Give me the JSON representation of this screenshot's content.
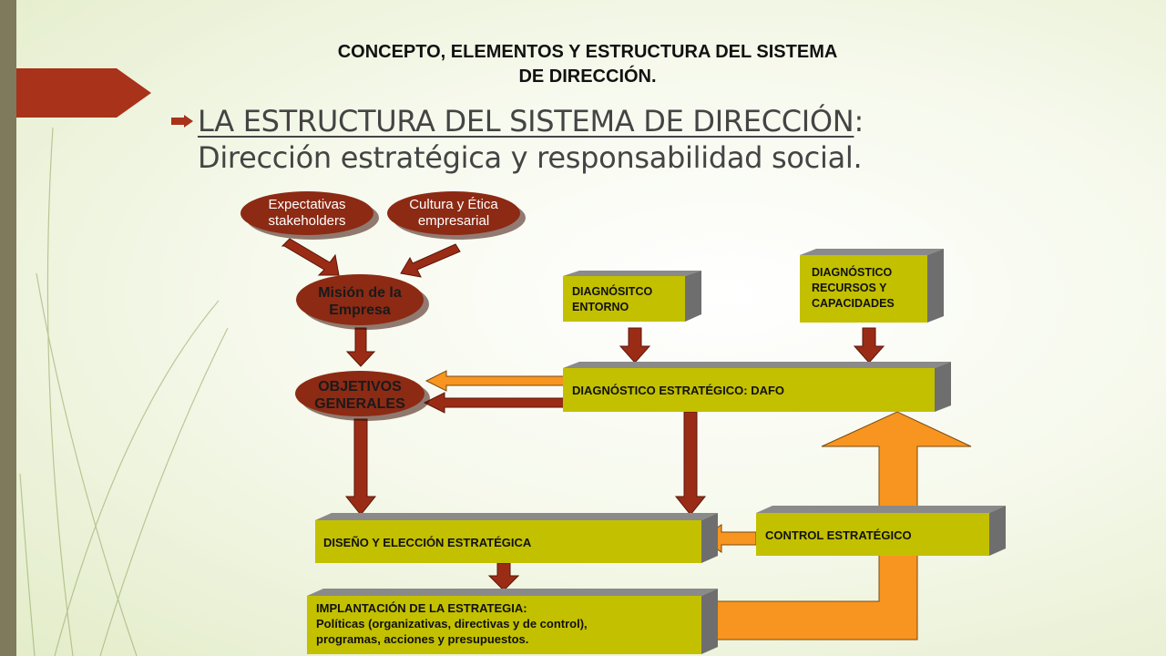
{
  "slide": {
    "title_line1": "CONCEPTO, ELEMENTOS Y ESTRUCTURA DEL SISTEMA",
    "title_line2": "DE DIRECCIÓN.",
    "bullet_underlined": "LA ESTRUCTURA DEL SISTEMA DE DIRECCIÓN",
    "bullet_rest": ":",
    "bullet_line2": "Dirección estratégica y responsabilidad social."
  },
  "diagram": {
    "ovals": {
      "stakeholders": [
        "Expectativas",
        "stakeholders"
      ],
      "cultura": [
        "Cultura y Ética",
        "empresarial"
      ],
      "mision": [
        "Misión de la",
        "Empresa"
      ],
      "objetivos": [
        "OBJETIVOS",
        "GENERALES"
      ]
    },
    "boxes": {
      "diag_entorno": [
        "DIAGNÓSITCO",
        "ENTORNO"
      ],
      "diag_recursos": [
        "DIAGNÓSTICO",
        "RECURSOS Y",
        "CAPACIDADES"
      ],
      "dafo": "DIAGNÓSTICO ESTRATÉGICO: DAFO",
      "diseno": "DISEÑO Y ELECCIÓN ESTRATÉGICA",
      "control": "CONTROL ESTRATÉGICO",
      "implantacion": [
        "IMPLANTACIÓN DE LA ESTRATEGIA:",
        "Políticas (organizativas, directivas y de control),",
        "programas, acciones y presupuestos."
      ]
    }
  },
  "colors": {
    "box_face": "#c3c000",
    "box_side": "#6e6e6e",
    "oval": "#8c2a14",
    "dark_arrow": "#9a2c16",
    "orange_arrow": "#f79520",
    "left_bar": "#7f7a5c",
    "accent_tab": "#a8321a"
  }
}
